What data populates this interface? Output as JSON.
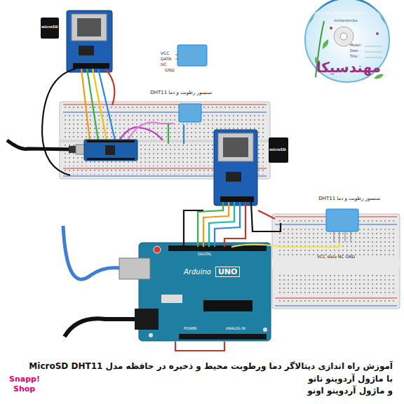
{
  "diagram": {
    "caption": "آموزش راه اندازی دیتالاگر دما ورطوبت محیط و ذخیره در حافظه مدل MicroSD DHT11",
    "nodes": [
      {
        "text": [
          "Arduino",
          "UNO"
        ]
      }
    ],
    "labels": [
      "VCC",
      "DATA",
      "NC",
      "GND",
      "سنسور رطوبت و دما DHT11",
      "سنسور رطوبت و دما DHT11",
      "VCC data NC GND",
      "microSD",
      "microSD",
      "mohandesika",
      "Model :",
      "Date :",
      "Title :",
      "مهندسیکا",
      "دوره آموزش کیت الکترونیک و رباتیک",
      "با ماژول آردوینو نانو",
      "و ماژول آردوینو اونو",
      "Snapp!",
      "Shop",
      "DIGITAL",
      "ANALOG IN",
      "POWER"
    ]
  }
}
